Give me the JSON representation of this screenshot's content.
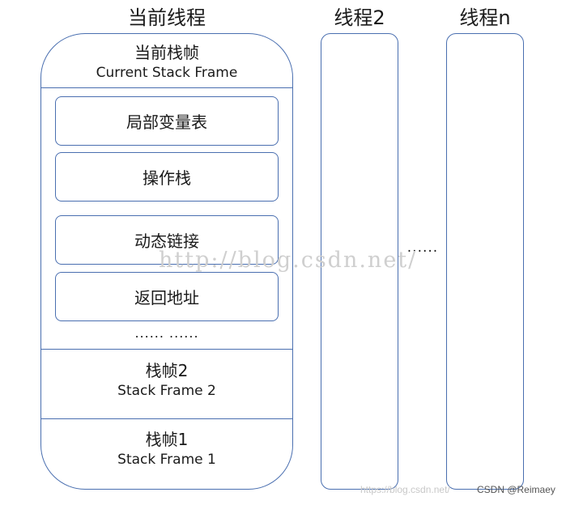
{
  "main_thread": {
    "title": "当前线程",
    "current_frame": {
      "cn": "当前栈帧",
      "en": "Current Stack Frame"
    },
    "components": [
      "局部变量表",
      "操作栈",
      "动态链接",
      "返回地址"
    ],
    "ellipsis": "...... ......",
    "frames": [
      {
        "cn": "栈帧2",
        "en": "Stack Frame 2"
      },
      {
        "cn": "栈帧1",
        "en": "Stack Frame 1"
      }
    ]
  },
  "other_threads": [
    {
      "title": "线程2"
    },
    {
      "title": "线程n"
    }
  ],
  "between_ellipsis": "......",
  "watermarks": {
    "center": "http://blog.csdn.net/",
    "bottom_url": "https://blog.csdn.net/",
    "bottom_author": "CSDN @Reimaey"
  },
  "colors": {
    "border": "#4a6fb0",
    "text": "#1a1a1a",
    "watermark": "#cfcfcf"
  }
}
